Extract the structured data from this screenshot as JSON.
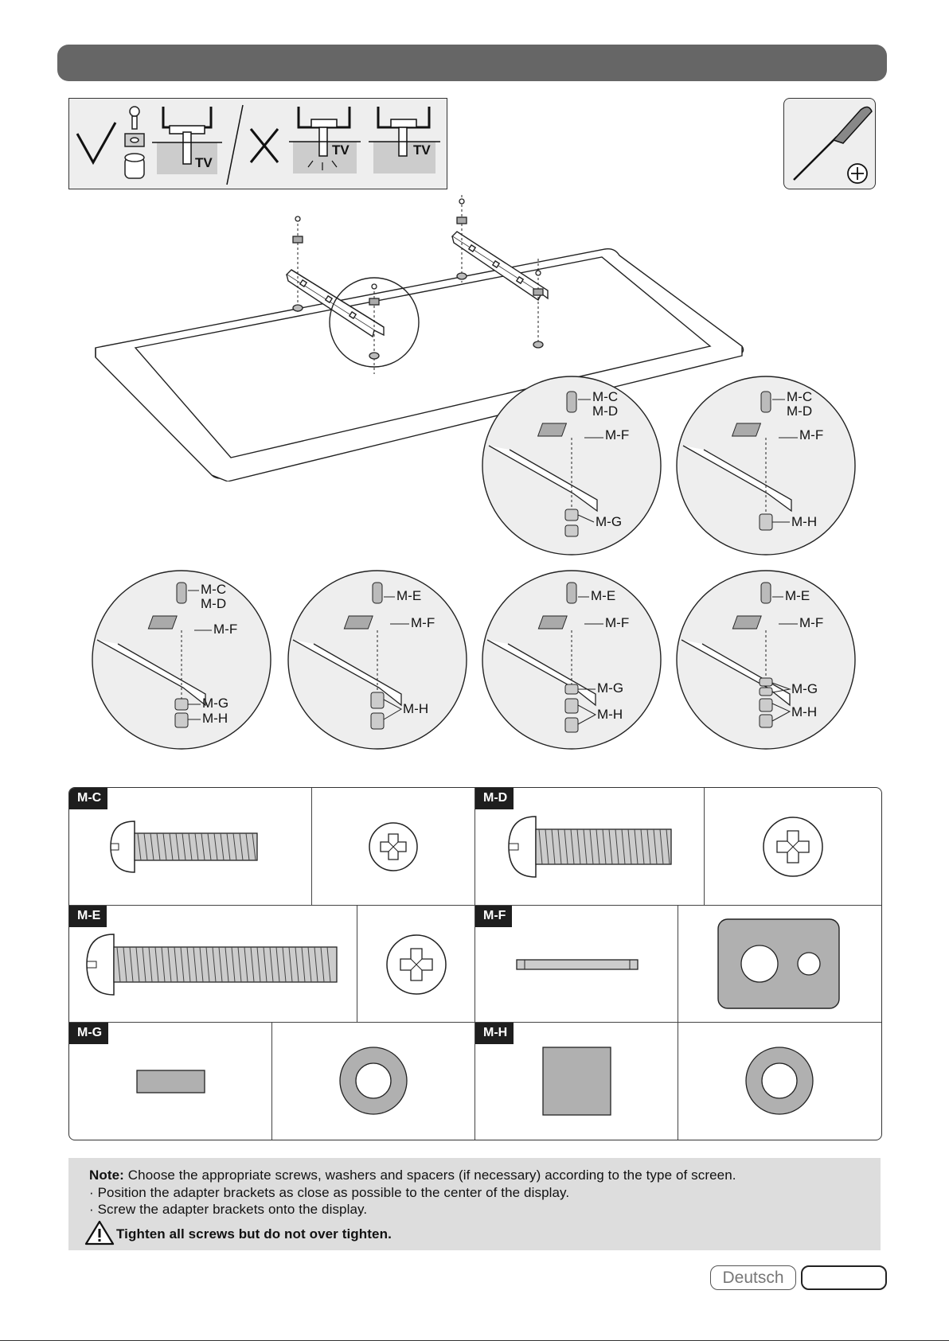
{
  "header": {
    "text": ""
  },
  "legend": {
    "correct_mark": "✓",
    "wrong_mark": "✗",
    "tv_label": "TV"
  },
  "callouts": {
    "mc": "M-C",
    "md": "M-D",
    "me": "M-E",
    "mf": "M-F",
    "mg": "M-G",
    "mh": "M-H"
  },
  "parts": [
    {
      "id": "M-C"
    },
    {
      "id": "M-D"
    },
    {
      "id": "M-E"
    },
    {
      "id": "M-F"
    },
    {
      "id": "M-G"
    },
    {
      "id": "M-H"
    }
  ],
  "note": {
    "label": "Note:",
    "text": " Choose the appropriate screws, washers and spacers (if necessary) according to the type of screen.",
    "bullet1": "· Position the adapter brackets as close as possible to the center of the display.",
    "bullet2": "· Screw the adapter brackets onto the display.",
    "warning": "Tighten all screws but do not over tighten."
  },
  "footer": {
    "language": "Deutsch",
    "blank": ""
  },
  "icons": {
    "tool": "screwdriver-icon",
    "warning": "warning-triangle-icon"
  },
  "colors": {
    "header": "#666666",
    "part_fill": "#b0b0b0",
    "note_bg": "#dddddd"
  }
}
